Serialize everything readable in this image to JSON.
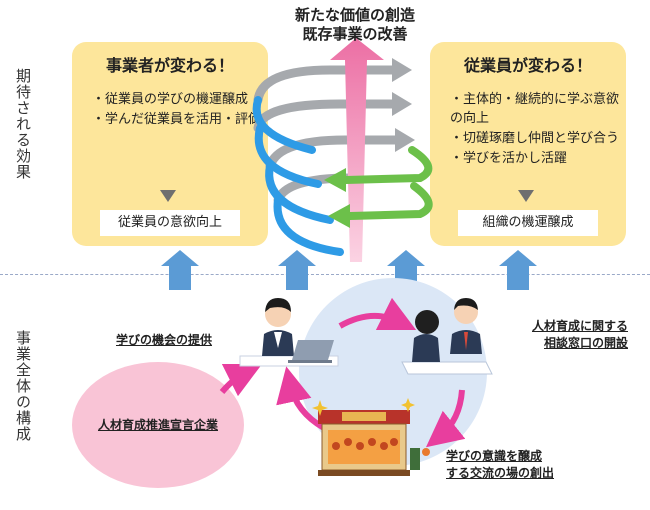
{
  "side_labels": {
    "top": "期待される効果",
    "bottom": "事業全体の構成"
  },
  "center_title": {
    "line1": "新たな価値の創造",
    "line2": "既存事業の改善"
  },
  "left_panel": {
    "title": "事業者が変わる！",
    "items": [
      "・従業員の学びの機運醸成",
      "・学んだ従業員を活用・評価"
    ],
    "outcome": "従業員の意欲向上"
  },
  "right_panel": {
    "title": "従業員が変わる！",
    "items": [
      "・主体的・継続的に学ぶ意欲の向上",
      "・切磋琢磨し仲間と学び合う",
      "・学びを活かし活躍"
    ],
    "outcome": "組織の機運醸成"
  },
  "bottom": {
    "label_learning_opportunity": "学びの機会の提供",
    "label_consultation_line1": "人材育成に関する",
    "label_consultation_line2": "相談窓口の開設",
    "label_exchange_line1": "学びの意識を醸成",
    "label_exchange_line2": "する交流の場の創出",
    "label_company": "人材育成推進宣言企業"
  },
  "colors": {
    "panel": "#fde69b",
    "up_arrow": "#5b9bd5",
    "center_arrow": "#f08bb4",
    "spiral_gray": "#a6a9ad",
    "spiral_blue": "#2e9be6",
    "spiral_green": "#6cc04a",
    "cycle_circle": "#dbe7f6",
    "cycle_arrow": "#e83e9e",
    "ellipse": "#f9c4d6"
  }
}
